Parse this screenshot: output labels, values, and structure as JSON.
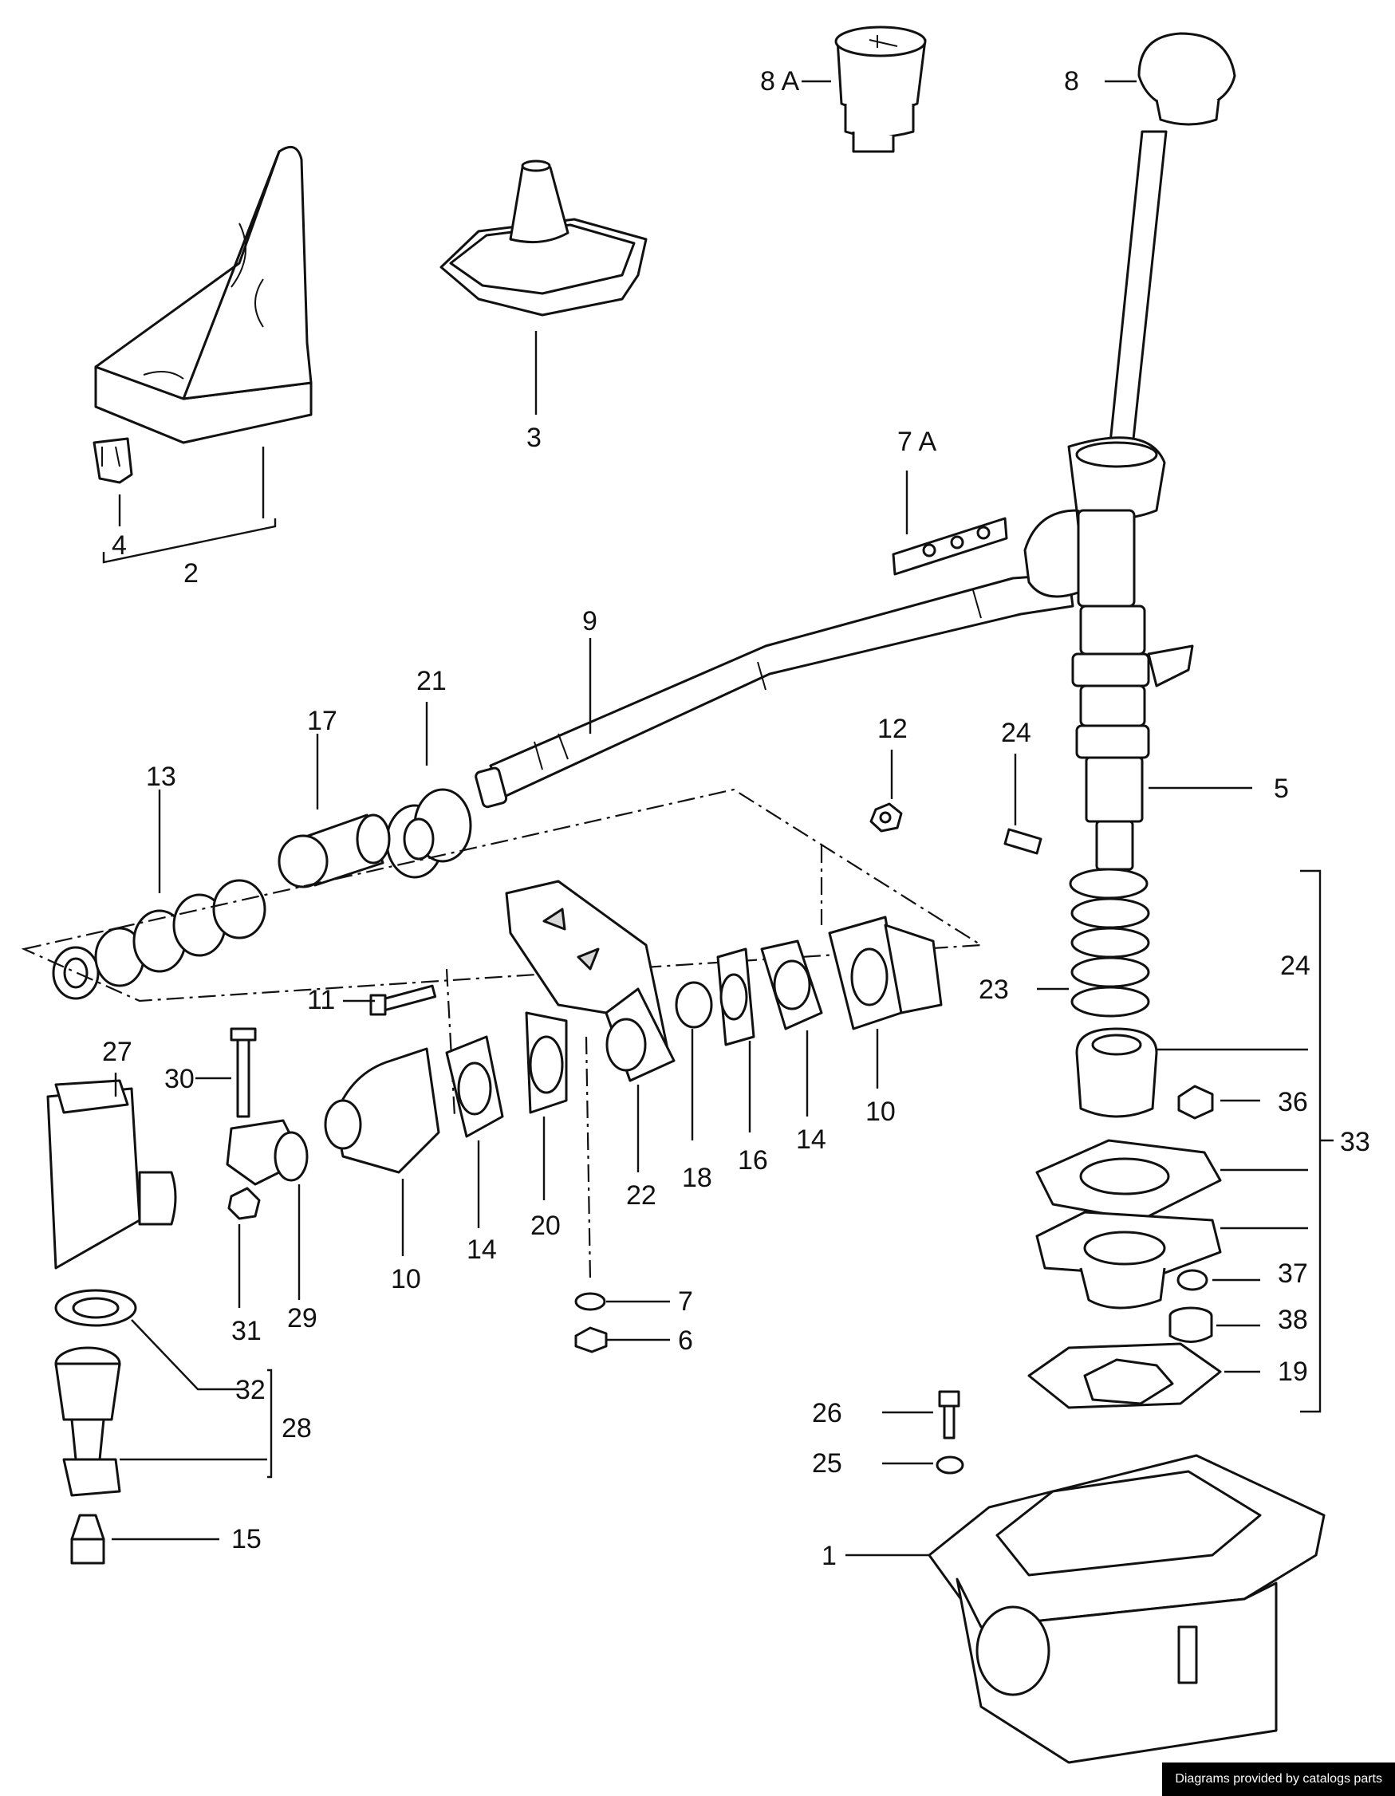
{
  "footer": "Diagrams provided by catalogs parts",
  "callouts": {
    "c1": "1",
    "c2": "2",
    "c3": "3",
    "c4": "4",
    "c5": "5",
    "c6": "6",
    "c7": "7",
    "c7a": "7 A",
    "c8": "8",
    "c8a": "8 A",
    "c9": "9",
    "c10a": "10",
    "c10b": "10",
    "c11": "11",
    "c12": "12",
    "c13": "13",
    "c14a": "14",
    "c14b": "14",
    "c15": "15",
    "c16": "16",
    "c17": "17",
    "c18": "18",
    "c19": "19",
    "c20": "20",
    "c21": "21",
    "c22": "22",
    "c23": "23",
    "c24a": "24",
    "c24b": "24",
    "c25": "25",
    "c26": "26",
    "c27": "27",
    "c28": "28",
    "c29": "29",
    "c30": "30",
    "c31": "31",
    "c32": "32",
    "c33": "33",
    "c36": "36",
    "c37": "37",
    "c38": "38"
  }
}
